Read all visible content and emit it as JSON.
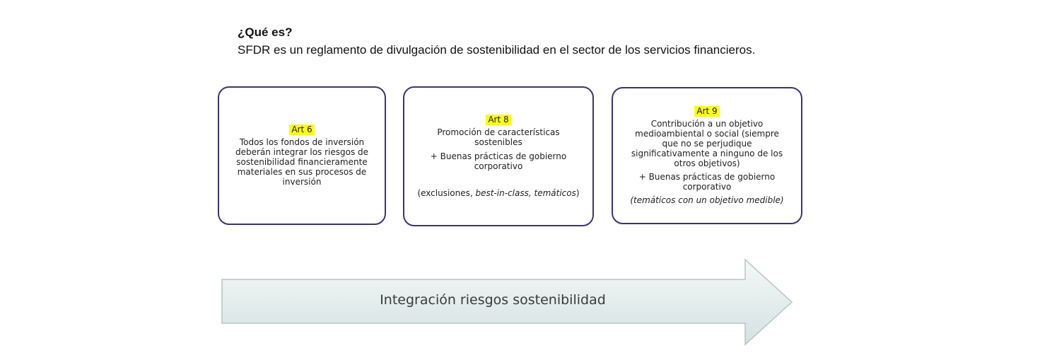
{
  "intro": {
    "heading": "¿Qué es?",
    "text": "SFDR es un reglamento de divulgación de sostenibilidad en el sector de los servicios financieros."
  },
  "cards": [
    {
      "tag": "Art 6",
      "lines": [
        "Todos los fondos de inversión deberán integrar los riesgos de sostenibilidad financieramente materiales en sus procesos de inversión"
      ]
    },
    {
      "tag": "Art 8",
      "line1": "Promoción de características sostenibles",
      "line2": "+ Buenas prácticas de gobierno corporativo",
      "note_prefix": "(exclusiones, ",
      "note_italic": "best-in-class, temáticos",
      "note_suffix": ")"
    },
    {
      "tag": "Art 9",
      "line1": "Contribución a un objetivo medioambiental o social (siempre que no se perjudique significativamente a ninguno de los otros objetivos)",
      "line2": "+ Buenas prácticas de gobierno corporativo",
      "note": "(temáticos con un objetivo medible)"
    }
  ],
  "arrow": {
    "label": "Integración riesgos sostenibilidad",
    "fill_start": "#f4f8f8",
    "fill_end": "#d4e1e1",
    "stroke": "#b9c4c4"
  },
  "colors": {
    "card_border": "#3c3471",
    "tag_highlight": "#fbfb1b"
  }
}
